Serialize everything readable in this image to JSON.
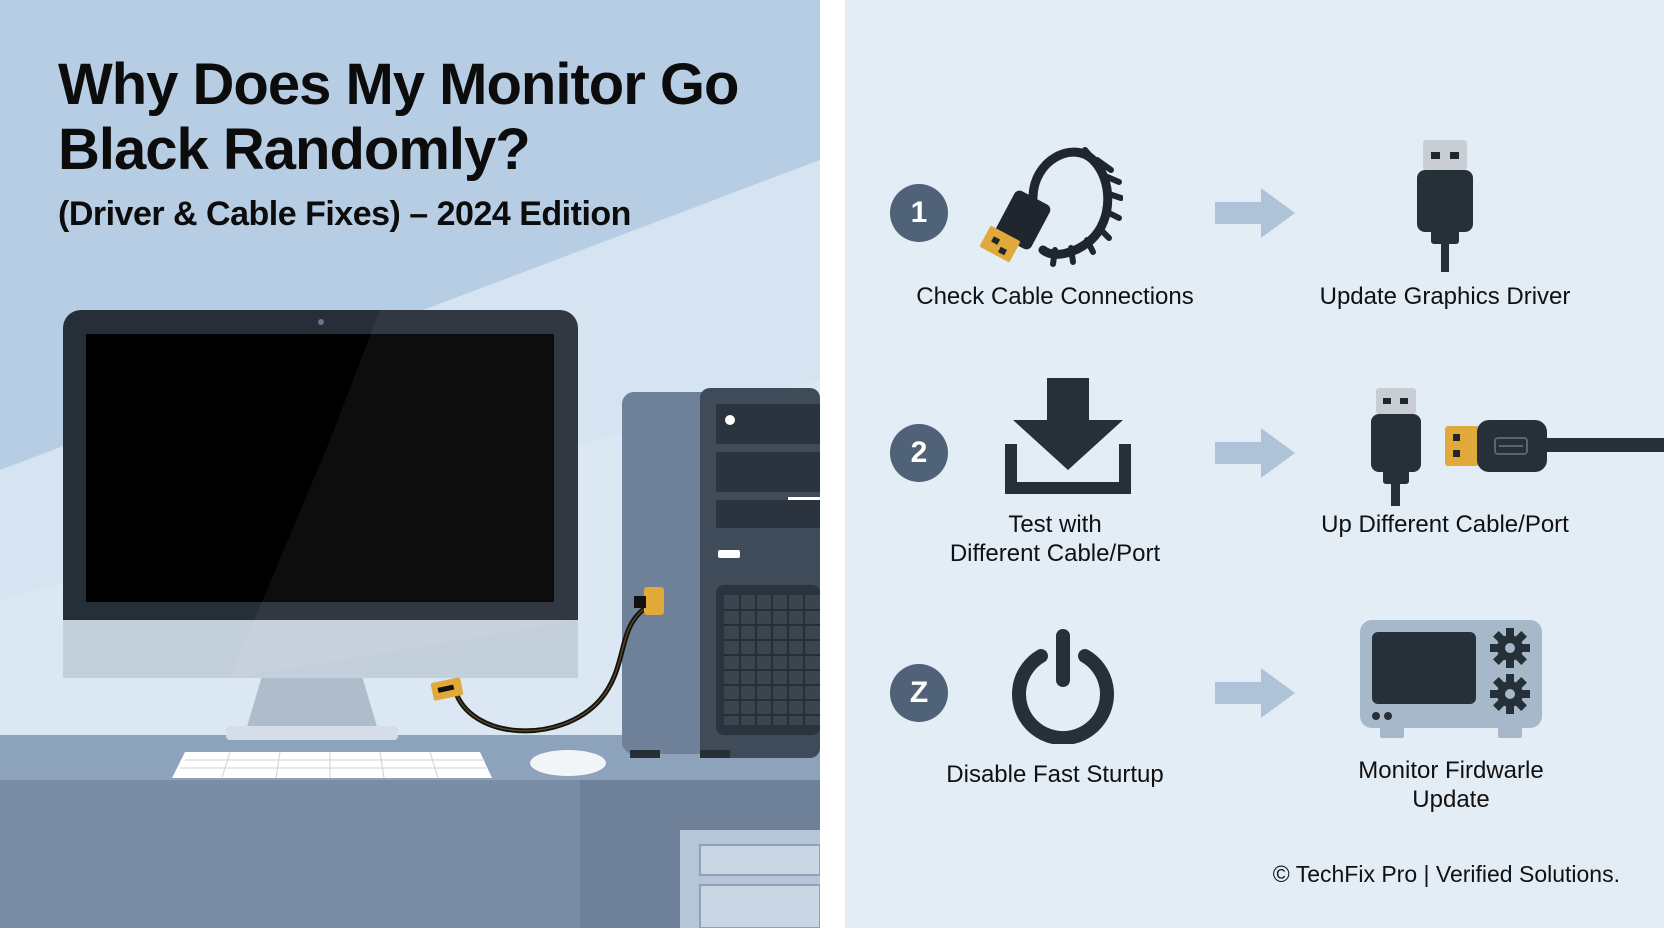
{
  "hero": {
    "title": "Why Does My Monitor Go Black Randomly?",
    "subtitle": "(Driver & Cable Fixes) – 2024 Edition"
  },
  "steps": [
    {
      "number": "1",
      "left_label": "Check Cable Connections",
      "left_icon": "coiled-cable-icon",
      "right_label": "Update Graphics Driver",
      "right_icon": "usb-plug-icon"
    },
    {
      "number": "2",
      "left_label": "Test with\nDifferent Cable/Port",
      "left_icon": "download-icon",
      "right_label": "Up Different Cable/Port",
      "right_icon": "usb-cables-icon"
    },
    {
      "number": "Z",
      "left_label": "Disable Fast Sturtup",
      "left_icon": "power-icon",
      "right_label": "Monitor Firdwarle\nUpdate",
      "right_icon": "monitor-settings-icon"
    }
  ],
  "footer": "© TechFix Pro | Verified Solutions.",
  "colors": {
    "badge": "#4f6277",
    "icon_dark": "#253038",
    "arrow": "#aec3d8",
    "connector": "#e0a93a"
  }
}
